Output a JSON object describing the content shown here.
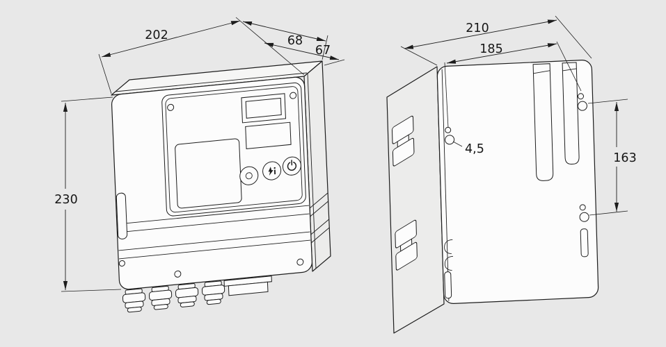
{
  "colors": {
    "background": "#e8e8e8",
    "line": "#1d1d1d",
    "face": "#fcfcfc"
  },
  "front_view": {
    "width": "202",
    "depth_upper": "68",
    "depth_lower": "67",
    "height": "230"
  },
  "rear_view": {
    "overall_width": "210",
    "hole_spacing": "185",
    "hole_diameter": "4,5",
    "vertical_hole_spacing": "163"
  }
}
